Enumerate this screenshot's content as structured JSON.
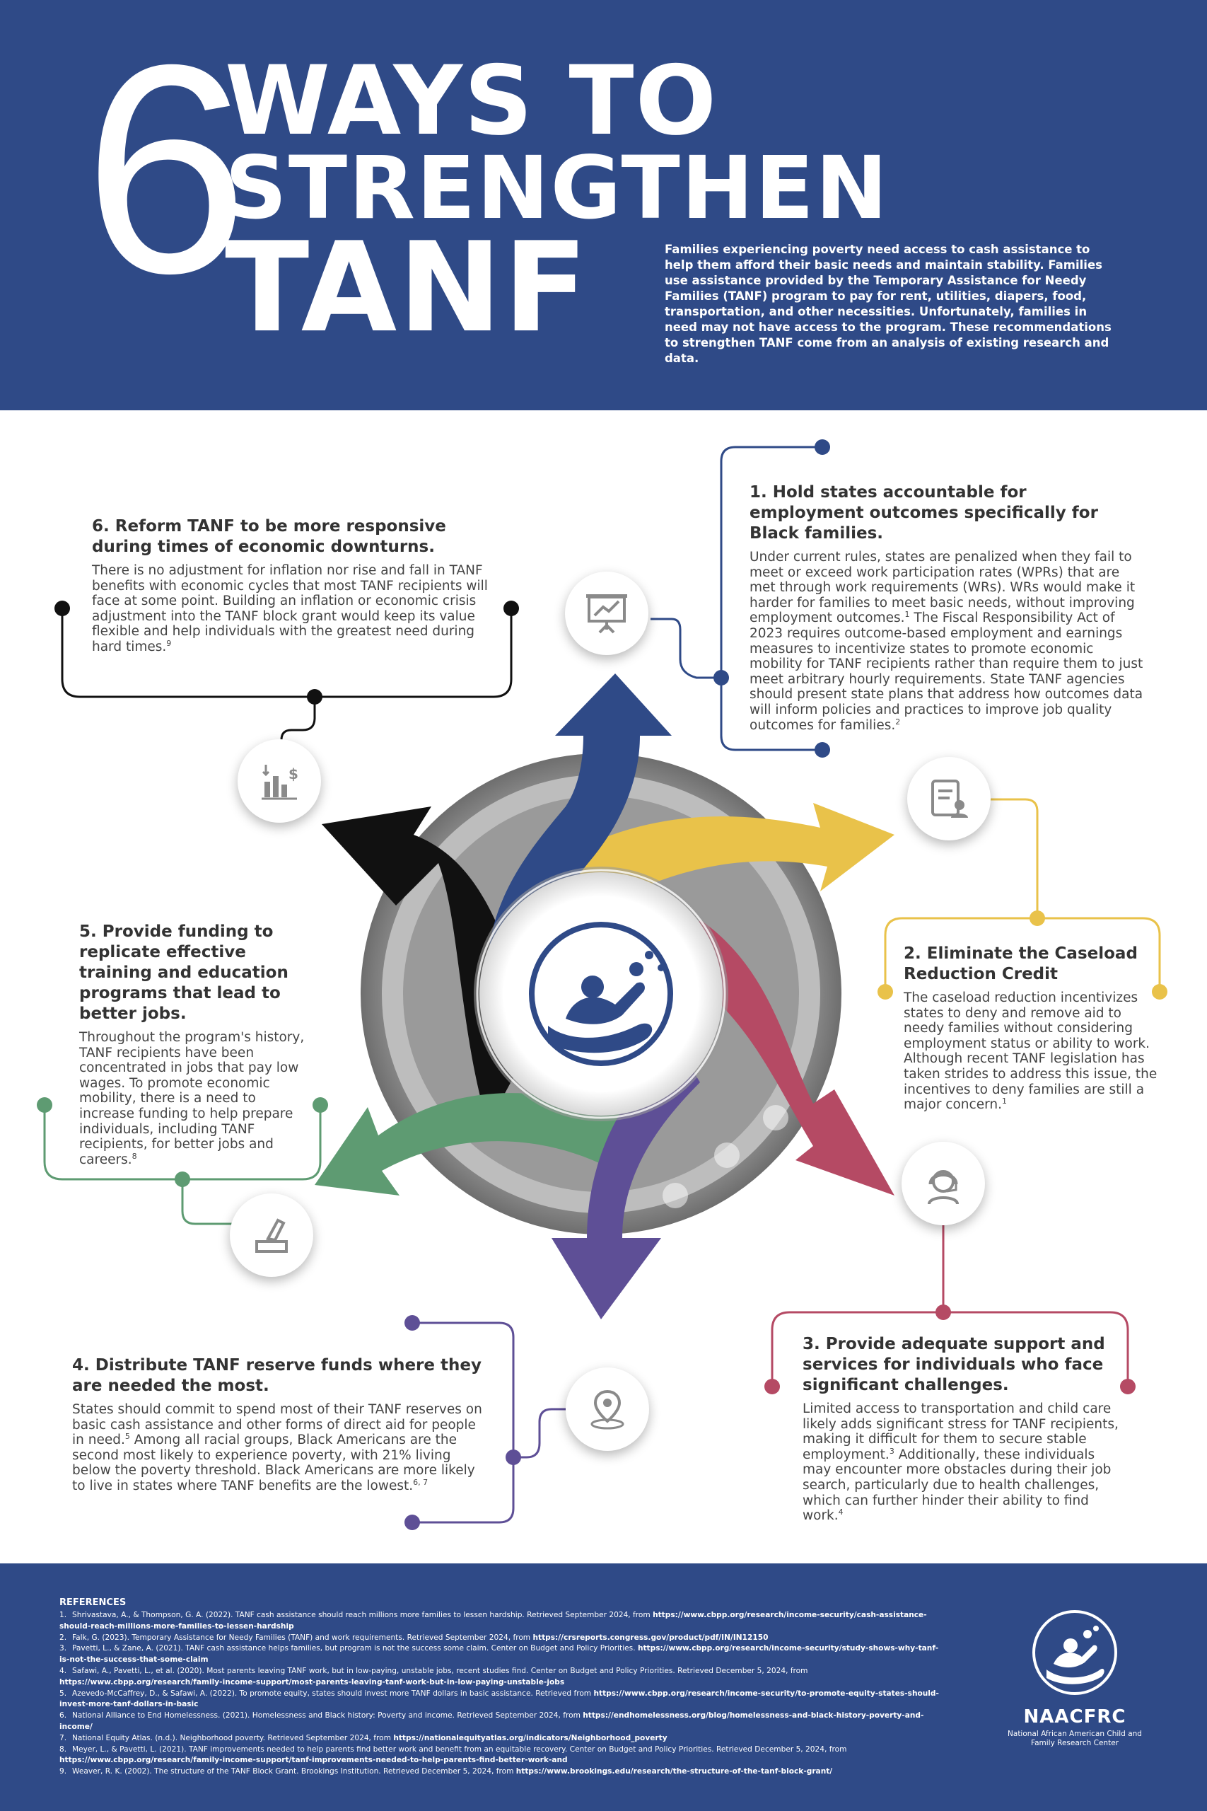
{
  "header": {
    "numeral": "6",
    "line1": "WAYS TO",
    "line2": "STRENGTHEN",
    "line3": "TANF",
    "intro": "Families experiencing poverty need access to cash assistance to help them afford their basic needs and maintain stability. Families use assistance provided by the Temporary Assistance for Needy Families (TANF) program to pay for rent, utilities, diapers, food, transportation, and other necessities. Unfortunately, families in need may not have access to the program. These recommendations to strengthen TANF come from an analysis of existing research and data."
  },
  "colors": {
    "navy": "#2f4a87",
    "blue_arrow": "#2f4a87",
    "yellow": "#e9c24a",
    "red": "#b54a64",
    "purple": "#5e4f96",
    "green": "#5e9b72",
    "black": "#111111"
  },
  "sections": [
    {
      "title": "1. Hold states accountable for employment outcomes specifically for Black families.",
      "body": "Under current rules, states are penalized when they fail to meet or exceed work participation rates (WPRs) that are met through work requirements (WRs). WRs would make it harder for families to meet basic needs, without improving employment outcomes.",
      "ref_a": "1",
      "body2": " The Fiscal Responsibility Act of 2023 requires outcome-based employment and earnings measures to incentivize states to promote economic mobility for TANF recipients rather than require them to just meet arbitrary hourly requirements. State TANF agencies should present state plans that address how outcomes data will inform policies and practices to improve job quality outcomes for families.",
      "ref_b": "2",
      "icon": "presentation-chart-icon"
    },
    {
      "title": "2. Eliminate the Caseload Reduction Credit",
      "body": "The caseload reduction incentivizes states to deny and remove aid to needy families without considering employment status or ability to work. Although recent TANF legislation has taken strides to address this issue, the incentives to deny families are still a major concern.",
      "ref_a": "1",
      "icon": "clipboard-person-icon"
    },
    {
      "title": "3. Provide adequate support and services for individuals who face significant challenges.",
      "body": "Limited access to transportation and child care likely adds significant stress for TANF recipients, making it difficult for them to secure stable employment.",
      "ref_a": "3",
      "body2": " Additionally, these individuals may encounter more obstacles during their job search, particularly due to health challenges, which can further hinder their ability to find work.",
      "ref_b": "4",
      "icon": "support-headset-icon"
    },
    {
      "title": "4. Distribute TANF reserve funds where they are needed the most.",
      "body": "States should commit to spend most of their TANF reserves on basic cash assistance and other forms of direct aid for people in need.",
      "ref_a": "5",
      "body2": " Among all racial groups, Black Americans are the second most likely to experience poverty, with 21% living below the poverty threshold. Black Americans are more likely to live in states where TANF benefits are the lowest.",
      "ref_b": "6, 7",
      "icon": "location-pin-icon"
    },
    {
      "title": "5. Provide funding to replicate effective training and education programs that lead to better jobs.",
      "body": "Throughout the program's history, TANF recipients have been concentrated in jobs that pay low wages. To promote economic mobility, there is a need to increase funding to help prepare individuals, including TANF recipients, for better jobs and careers.",
      "ref_a": "8",
      "icon": "hand-ballot-icon"
    },
    {
      "title": "6. Reform TANF to be more responsive during times of economic downturns.",
      "body": "There is no adjustment for inflation nor rise and fall in TANF benefits with economic cycles that most TANF recipients will face at some point. Building an inflation or economic crisis adjustment into the TANF block grant would keep its value flexible and help individuals with the greatest need during hard times.",
      "ref_a": "9",
      "icon": "bar-chart-dollar-icon"
    }
  ],
  "references": {
    "heading": "REFERENCES",
    "items": [
      {
        "n": "1.",
        "text": "Shrivastava, A., & Thompson, G. A. (2022). TANF cash assistance should reach millions more families to lessen hardship. Retrieved September 2024, from",
        "url": "https://www.cbpp.org/research/income-security/cash-assistance-should-reach-millions-more-families-to-lessen-hardship"
      },
      {
        "n": "2.",
        "text": "Falk, G. (2023). Temporary Assistance for Needy Families (TANF) and work requirements. Retrieved September 2024, from",
        "url": "https://crsreports.congress.gov/product/pdf/IN/IN12150"
      },
      {
        "n": "3.",
        "text": "Pavetti, L., & Zane, A. (2021). TANF cash assistance helps families, but program is not the success some claim. Center on Budget and Policy Priorities.",
        "url": "https://www.cbpp.org/research/income-security/study-shows-why-tanf-is-not-the-success-that-some-claim"
      },
      {
        "n": "4.",
        "text": "Safawi, A., Pavetti, L., et al. (2020). Most parents leaving TANF work, but in low-paying, unstable jobs, recent studies find. Center on Budget and Policy Priorities. Retrieved December 5, 2024, from",
        "url": "https://www.cbpp.org/research/family-income-support/most-parents-leaving-tanf-work-but-in-low-paying-unstable-jobs"
      },
      {
        "n": "5.",
        "text": "Azevedo-McCaffrey, D., & Safawi, A. (2022). To promote equity, states should invest more TANF dollars in basic assistance. Retrieved from",
        "url": "https://www.cbpp.org/research/income-security/to-promote-equity-states-should-invest-more-tanf-dollars-in-basic"
      },
      {
        "n": "6.",
        "text": "National Alliance to End Homelessness. (2021). Homelessness and Black history: Poverty and income. Retrieved September 2024, from",
        "url": "https://endhomelessness.org/blog/homelessness-and-black-history-poverty-and-income/"
      },
      {
        "n": "7.",
        "text": "National Equity Atlas. (n.d.). Neighborhood poverty. Retrieved September 2024, from",
        "url": "https://nationalequityatlas.org/indicators/Neighborhood_poverty"
      },
      {
        "n": "8.",
        "text": "Meyer, L., & Pavetti, L. (2021). TANF improvements needed to help parents find better work and benefit from an equitable recovery. Center on Budget and Policy Priorities. Retrieved December 5, 2024, from",
        "url": "https://www.cbpp.org/research/family-income-support/tanf-improvements-needed-to-help-parents-find-better-work-and"
      },
      {
        "n": "9.",
        "text": "Weaver, R. K. (2002). The structure of the TANF Block Grant. Brookings Institution. Retrieved December 5, 2024, from",
        "url": "https://www.brookings.edu/research/the-structure-of-the-tanf-block-grant/"
      }
    ]
  },
  "logo": {
    "name": "NAACFRC",
    "subtitle": "National African American Child and Family Research Center"
  }
}
